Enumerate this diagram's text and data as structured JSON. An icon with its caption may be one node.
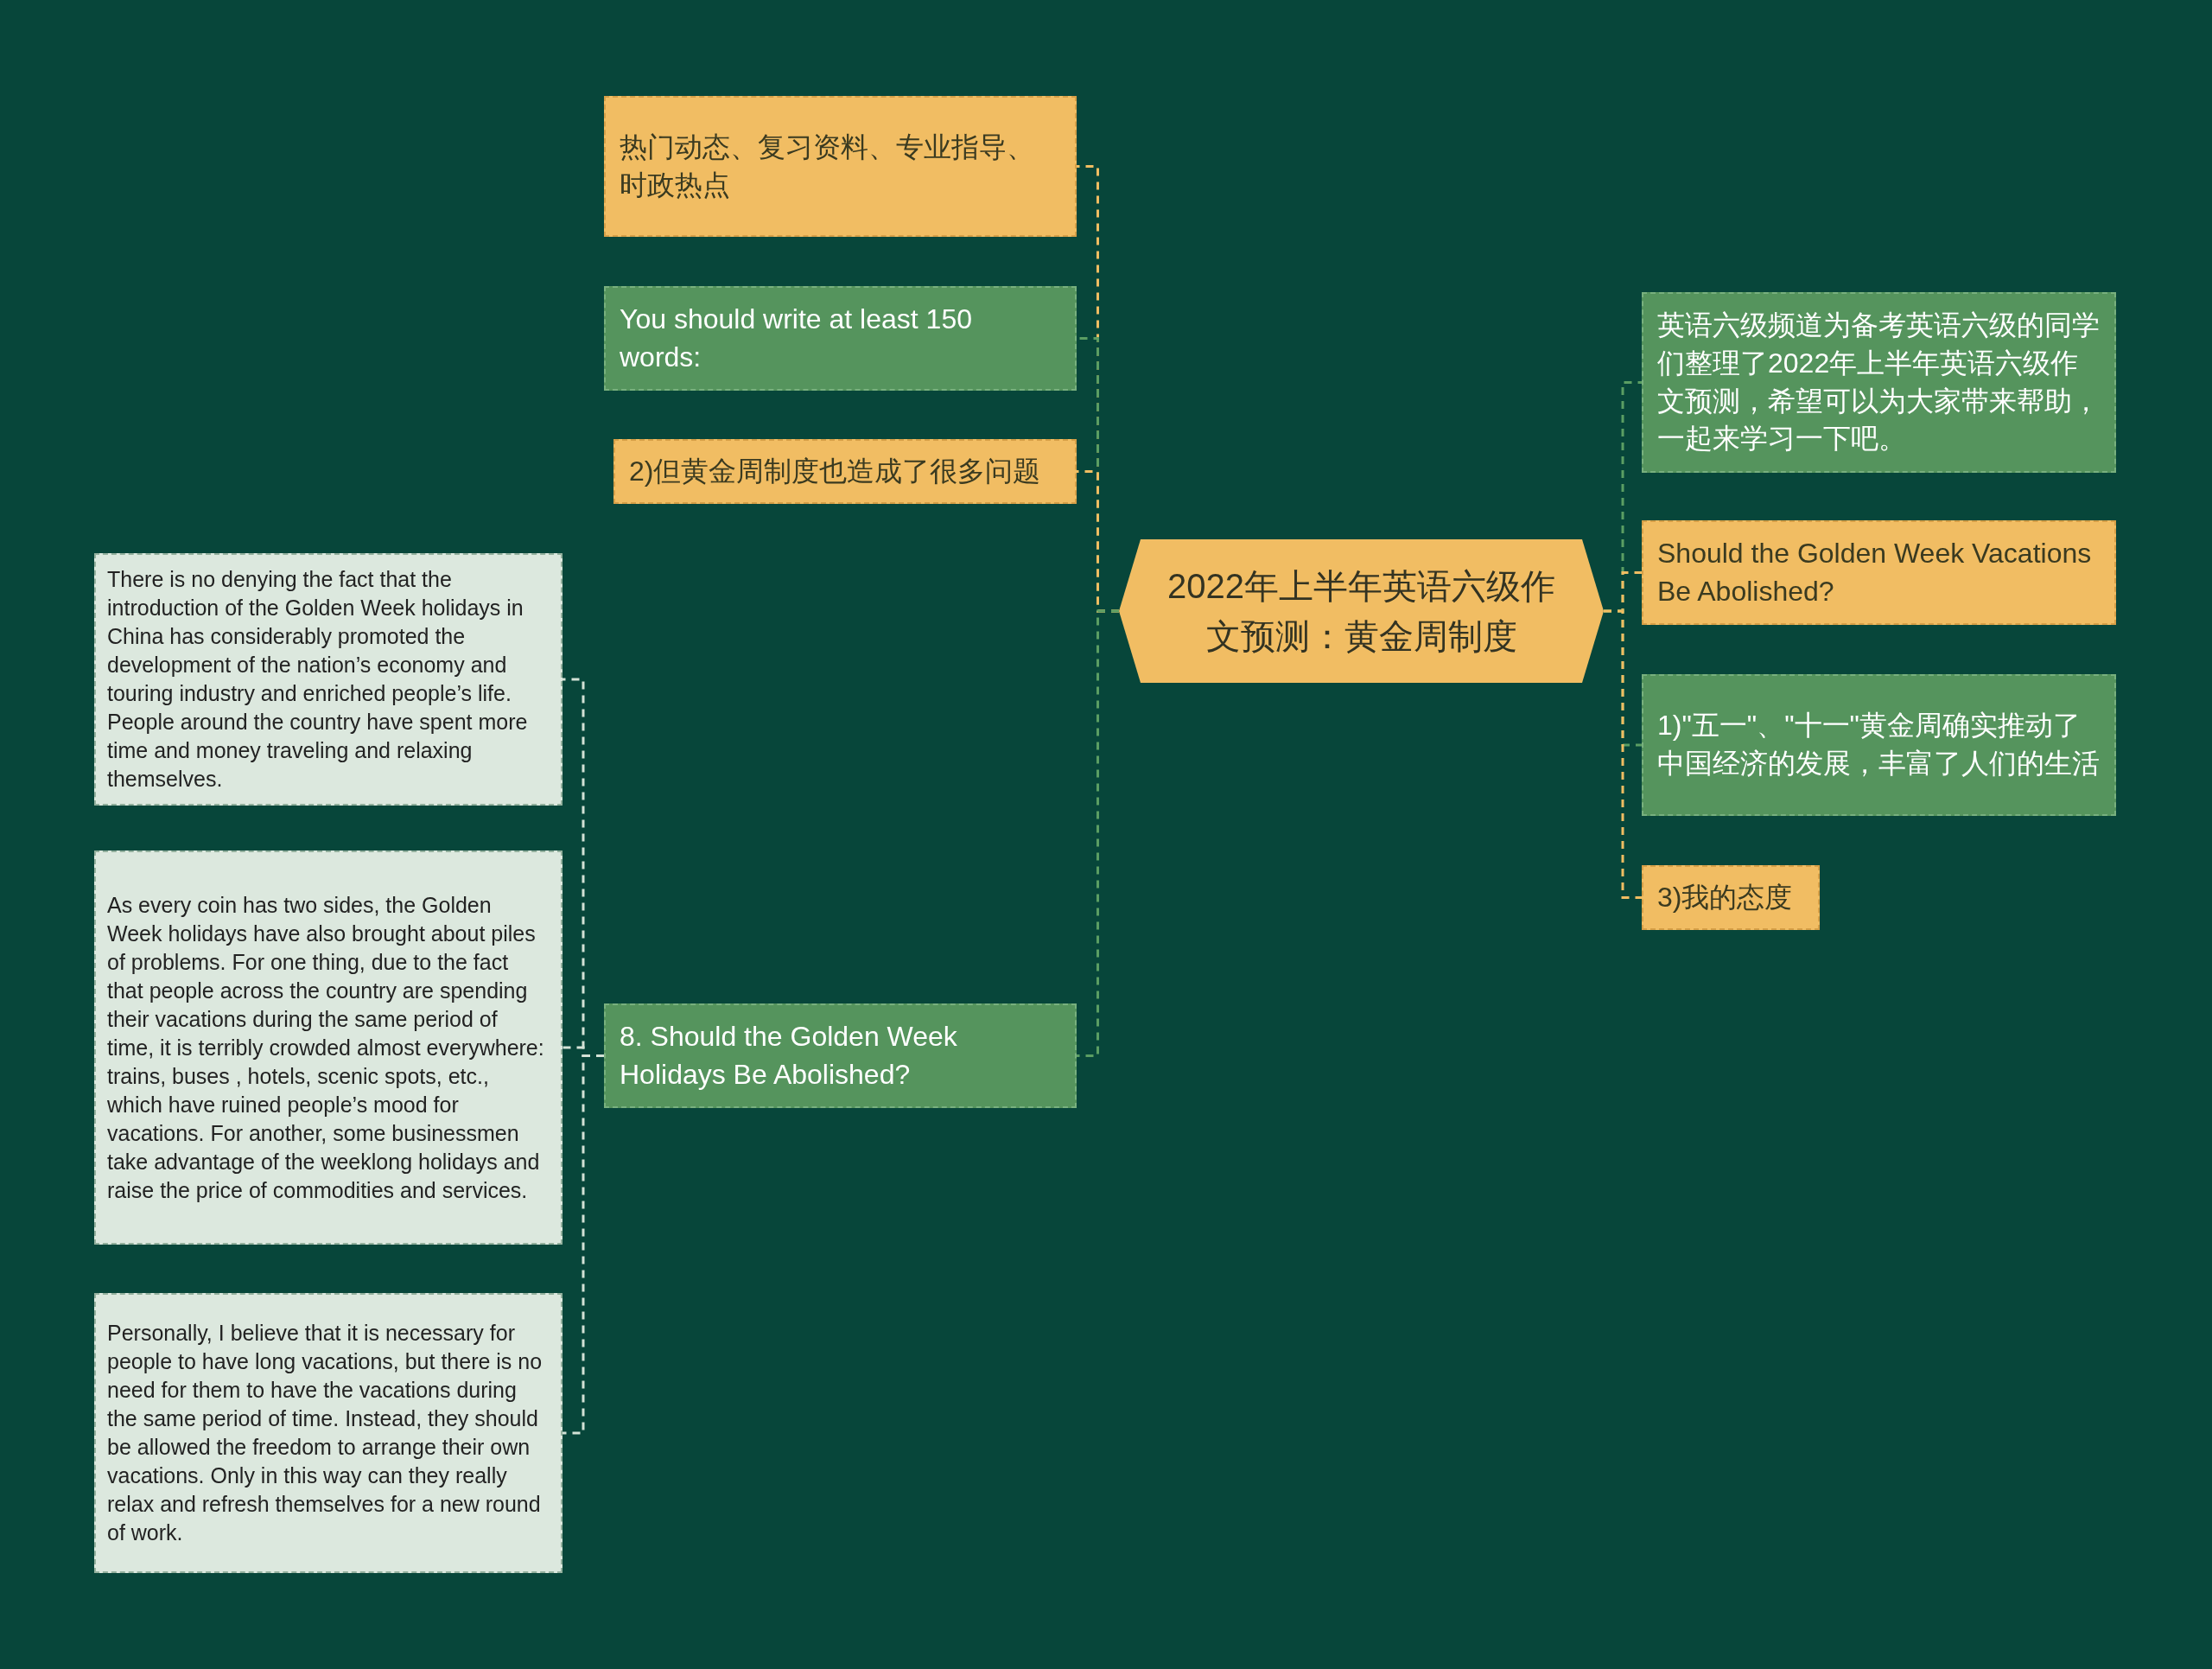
{
  "diagram": {
    "nodes": [
      {
        "text": [
          "2022年上半年英语六级作文预测：黄金周制度"
        ]
      },
      {
        "text": [
          "热门动态、复习资料、专业指导、时政热点"
        ]
      },
      {
        "text": [
          "You should write at least 150 words:"
        ]
      },
      {
        "text": [
          "2)但黄金周制度也造成了很多问题"
        ]
      },
      {
        "text": [
          "8. Should the Golden Week Holidays Be Abolished?"
        ]
      },
      {
        "text": [
          "There is no denying the fact that the introduction of the Golden Week holidays in China has considerably promoted the development of the nation’s economy and touring industry and enriched people’s life. People around the country have spent more time and money traveling and relaxing themselves."
        ]
      },
      {
        "text": [
          "As every coin has two sides, the Golden Week holidays have also brought about piles of problems. For one thing, due to the fact that people across the country are spending their vacations during the same period of time, it is terribly crowded almost everywhere: trains, buses , hotels, scenic spots, etc., which have ruined people’s mood for vacations. For another, some businessmen take advantage of the weeklong holidays and raise the price of commodities and services."
        ]
      },
      {
        "text": [
          "Personally, I believe that it is necessary for people to have long vacations, but there is no need for them to have the vacations during the same period of time. Instead, they should be allowed the freedom to arrange their own vacations. Only in this way can they really relax and refresh themselves for a new round of work."
        ]
      },
      {
        "text": [
          "英语六级频道为备考英语六级的同学们整理了2022年上半年英语六级作文预测，希望可以为大家带来帮助，一起来学习一下吧。"
        ]
      },
      {
        "text": [
          "Should the Golden Week Vacations Be Abolished?"
        ]
      },
      {
        "text": [
          "1)\"五一\"、\"十一\"黄金周确实推动了中国经济的发展，丰富了人们的生活"
        ]
      },
      {
        "text": [
          "3)我的态度"
        ]
      }
    ],
    "edges": [
      {
        "from": 0,
        "to": 1,
        "arrow": "none",
        "style": "dashed",
        "color": "#f0bd62"
      },
      {
        "from": 0,
        "to": 2,
        "arrow": "none",
        "style": "dashed",
        "color": "#5b9e63"
      },
      {
        "from": 0,
        "to": 3,
        "arrow": "none",
        "style": "dashed",
        "color": "#f0bd62"
      },
      {
        "from": 0,
        "to": 4,
        "arrow": "none",
        "style": "dashed",
        "color": "#5b9e63"
      },
      {
        "from": 4,
        "to": 5,
        "arrow": "none",
        "style": "dashed",
        "color": "#d3e2d6"
      },
      {
        "from": 4,
        "to": 6,
        "arrow": "none",
        "style": "dashed",
        "color": "#d3e2d6"
      },
      {
        "from": 4,
        "to": 7,
        "arrow": "none",
        "style": "dashed",
        "color": "#d3e2d6"
      },
      {
        "from": 0,
        "to": 8,
        "arrow": "none",
        "style": "dashed",
        "color": "#5b9e63"
      },
      {
        "from": 0,
        "to": 9,
        "arrow": "none",
        "style": "dashed",
        "color": "#f0bd62"
      },
      {
        "from": 0,
        "to": 10,
        "arrow": "none",
        "style": "dashed",
        "color": "#5b9e63"
      },
      {
        "from": 0,
        "to": 11,
        "arrow": "none",
        "style": "dashed",
        "color": "#f0bd62"
      }
    ]
  }
}
